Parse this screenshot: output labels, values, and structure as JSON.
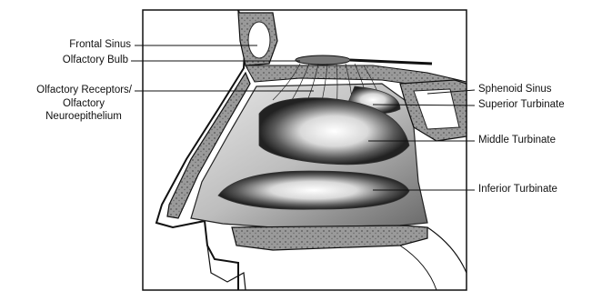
{
  "labels": {
    "frontal_sinus": "Frontal Sinus",
    "olfactory_bulb": "Olfactory Bulb",
    "olfactory_receptors_line1": "Olfactory Receptors/",
    "olfactory_receptors_line2": "Olfactory",
    "olfactory_receptors_line3": "Neuroepithelium",
    "sphenoid_sinus": "Sphenoid Sinus",
    "superior_turbinate": "Superior Turbinate",
    "middle_turbinate": "Middle Turbinate",
    "inferior_turbinate": "Inferior Turbinate"
  }
}
